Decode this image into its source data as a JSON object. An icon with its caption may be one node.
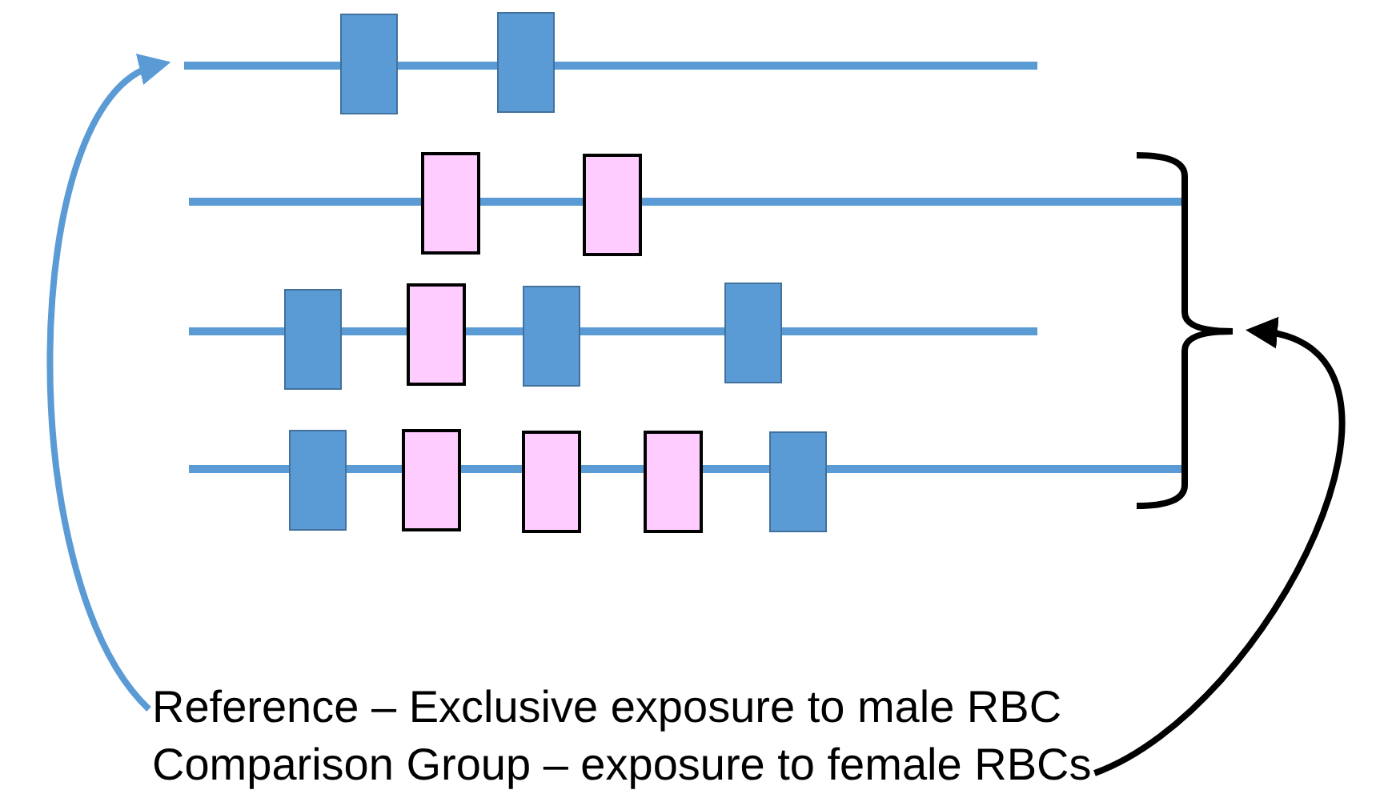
{
  "diagram": {
    "nodes": [
      {
        "text": [],
        "shape": "line"
      },
      {
        "text": [],
        "shape": "bracket"
      },
      {
        "text": [
          "Reference – Exclusive exposure to male RBC"
        ]
      },
      {
        "text": [
          "Comparison Group – exposure to female RBCs"
        ]
      }
    ],
    "edges": [
      {
        "from": 2,
        "to": 0,
        "arrow": "to",
        "color": "#5b9bd5"
      },
      {
        "from": 3,
        "to": 1,
        "arrow": "to",
        "color": "#000000"
      }
    ]
  }
}
